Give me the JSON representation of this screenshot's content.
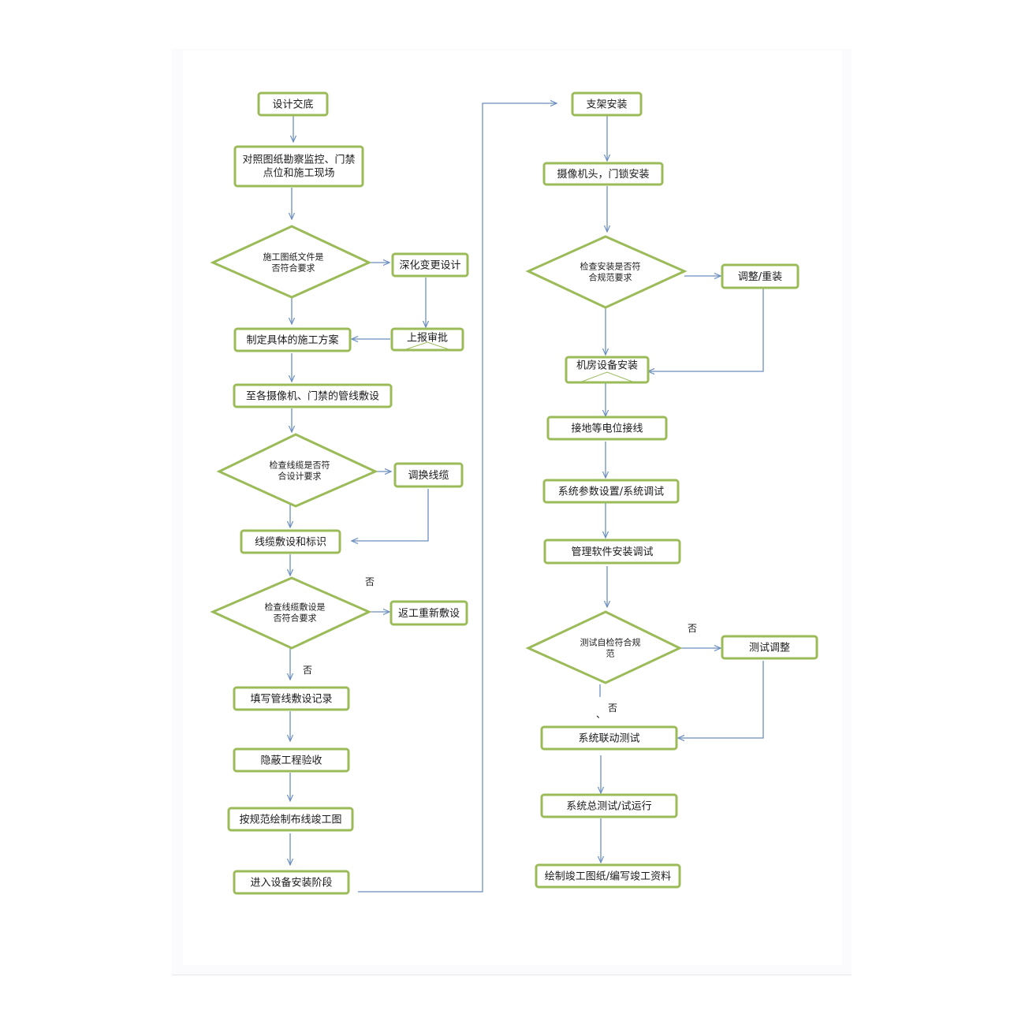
{
  "left_column": {
    "n1": "设计交底",
    "n2_line1": "对照图纸勘察监控、门禁",
    "n2_line2": "点位和施工现场",
    "d1_line1": "施工图纸文件是",
    "d1_line2": "否符合要求",
    "n_deepen": "深化变更设计",
    "n_report": "上报审批",
    "n3": "制定具体的施工方案",
    "n4": "至各摄像机、门禁的管线敷设",
    "d2_line1": "检查线缆是否符",
    "d2_line2": "合设计要求",
    "n_replace": "调换线缆",
    "n5": "线缆敷设和标识",
    "d3_line1": "检查线缆敷设是",
    "d3_line2": "否符合要求",
    "n_rework": "返工重新敷设",
    "n6": "填写管线敷设记录",
    "n7": "隐蔽工程验收",
    "n8": "按规范绘制布线竣工图",
    "n9": "进入设备安装阶段"
  },
  "right_column": {
    "r1": "支架安装",
    "r2": "摄像机头，门锁安装",
    "d4_line1": "检查安装是否符",
    "d4_line2": "合规范要求",
    "r_adjust": "调整/重装",
    "r3": "机房设备安装",
    "r4": "接地等电位接线",
    "r5": "系统参数设置/系统调试",
    "r6": "管理软件安装调试",
    "d5_line1": "测试自检符合规",
    "d5_line2": "范",
    "r_test_adjust": "测试调整",
    "r7": "系统联动测试",
    "r8": "系统总测试/试运行",
    "r9": "绘制竣工图纸/编写竣工资料"
  },
  "labels": {
    "no": "否",
    "comma": "、"
  },
  "colors": {
    "node_border": "#9bbb59",
    "arrow": "#6c8ebf"
  }
}
